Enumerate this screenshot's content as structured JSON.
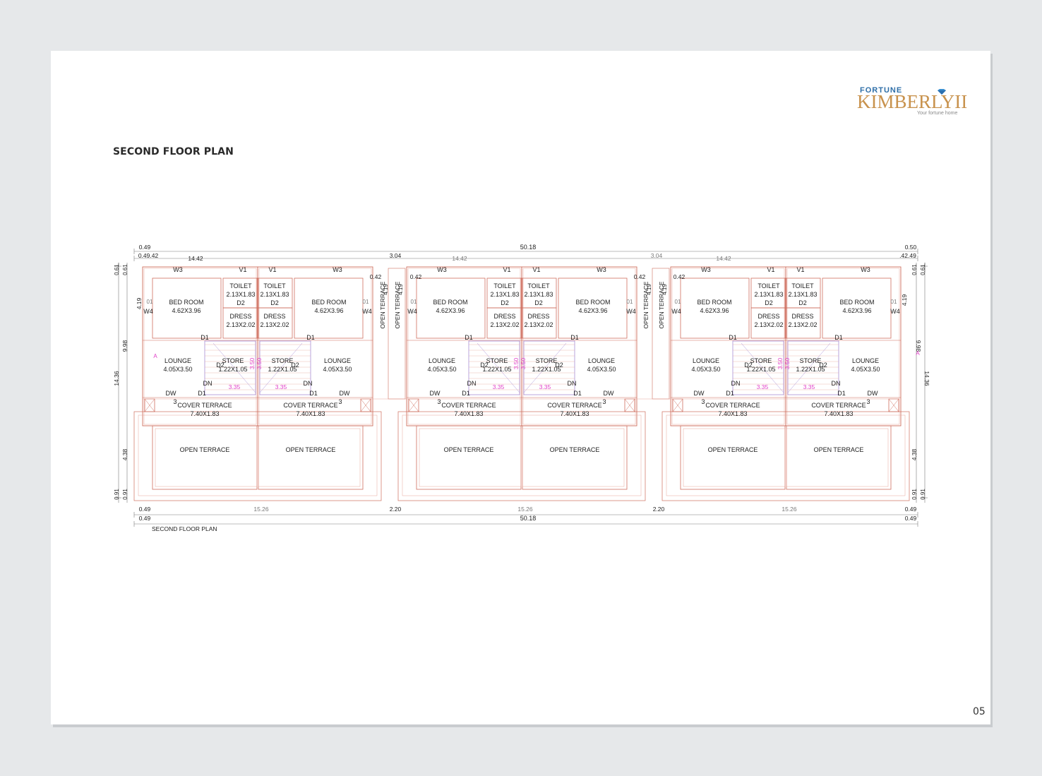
{
  "page": {
    "title": "SECOND FLOOR PLAN",
    "page_number": "05"
  },
  "logo": {
    "top": "FORTUNE",
    "main": "KIMBERLY",
    "numeral": "II",
    "tagline": "Your fortune home"
  },
  "plan": {
    "caption": "SECOND FLOOR PLAN",
    "dims": {
      "total": "50.18",
      "unit_width": "14.42",
      "gap_top": "3.04",
      "gap_bottom": "2.20",
      "unit_bottom": "15.26",
      "edge_l": "0.49",
      "edge_l2": "0.49",
      "edge_r": "0.50",
      "edge_r2": "0.49",
      "small": "0.42",
      "wall": "0.61",
      "depth_total": "14.36",
      "depth_upper": "9.98",
      "depth_bed": "4.19",
      "depth_terrace": "4.38",
      "bottom_wall": "0.91",
      "stair_w": "3.35",
      "stair_h": "3.50",
      "one": "01",
      "three": "3",
      "tick_a": "A"
    },
    "doors": {
      "w3": "W3",
      "v1": "V1",
      "w4": "W4",
      "d1": "D1",
      "d2": "D2",
      "dw": "DW",
      "dn": "DN"
    },
    "rooms": {
      "bedroom": "BED ROOM",
      "bedroom_size": "4.62X3.96",
      "toilet": "TOILET",
      "toilet_size": "2.13X1.83",
      "dress": "DRESS",
      "dress_size": "2.13X2.02",
      "lounge": "LOUNGE",
      "lounge_size": "4.05X3.50",
      "store": "STORE",
      "store_size": "1.22X1.05",
      "cover_terrace": "COVER TERRACE",
      "cover_terrace_size": "7.40X1.83",
      "open_terrace": "OPEN TERRACE"
    }
  },
  "colors": {
    "wall": "#cf6f5f",
    "wall_light": "#e7a79c",
    "dim": "#7a7a7a",
    "text": "#222222",
    "magenta": "#e040c8",
    "stair": "#9b7fd0"
  }
}
